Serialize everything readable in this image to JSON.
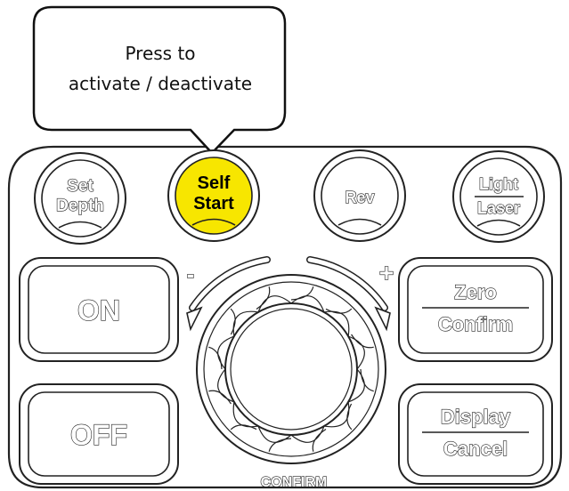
{
  "callout": {
    "line1": "Press to",
    "line2": "activate / deactivate"
  },
  "buttons": {
    "set_depth": {
      "line1": "Set",
      "line2": "Depth"
    },
    "self_start": {
      "line1": "Self",
      "line2": "Start",
      "highlight_color": "#f7e600"
    },
    "rev": {
      "label": "Rev"
    },
    "light_laser": {
      "line1": "Light",
      "line2": "Laser"
    },
    "on": {
      "label": "ON"
    },
    "off": {
      "label": "OFF"
    },
    "zero_confirm": {
      "line1": "Zero",
      "line2": "Confirm"
    },
    "display_cancel": {
      "line1": "Display",
      "line2": "Cancel"
    }
  },
  "dial": {
    "minus": "-",
    "plus": "+",
    "label": "CONFIRM"
  }
}
